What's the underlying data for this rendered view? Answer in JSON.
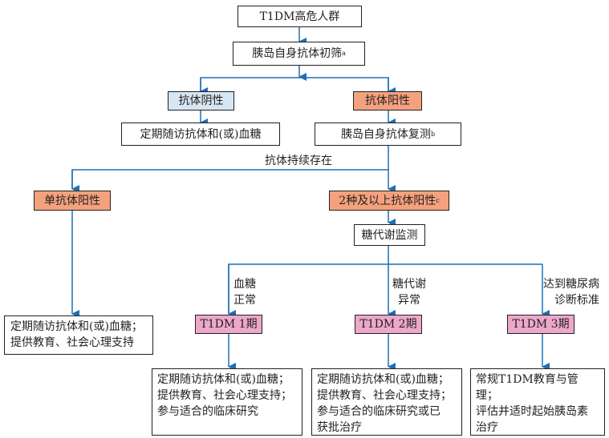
{
  "nodes": {
    "high_risk": {
      "label": "T1DM高危人群"
    },
    "initial_screen": {
      "label": "胰岛自身抗体初筛",
      "note": "a"
    },
    "antibody_negative": {
      "label": "抗体阴性"
    },
    "antibody_positive": {
      "label": "抗体阳性"
    },
    "neg_followup": {
      "label": "定期随访抗体和(或)血糖"
    },
    "retest": {
      "label": "胰岛自身抗体复测",
      "note": "b"
    },
    "single_positive": {
      "label": "单抗体阳性"
    },
    "multi_positive": {
      "label": "2种及以上抗体阳性",
      "note": "c"
    },
    "glucose_monitor": {
      "label": "糖代谢监测"
    },
    "single_followup": {
      "lines": [
        "定期随访抗体和(或)血糖；",
        "提供教育、社会心理支持"
      ]
    },
    "stage1": {
      "label": "T1DM 1期"
    },
    "stage2": {
      "label": "T1DM 2期"
    },
    "stage3": {
      "label": "T1DM 3期"
    },
    "stage1_action": {
      "lines": [
        "定期随访抗体和(或)血糖；",
        "提供教育、社会心理支持；",
        "参与适合的临床研究"
      ]
    },
    "stage2_action": {
      "lines": [
        "定期随访抗体和(或)血糖；",
        "提供教育、社会心理支持；",
        "参与适合的临床研究或已",
        "获批治疗"
      ]
    },
    "stage3_action": {
      "lines": [
        "常规T1DM教育与管理；",
        "评估并适时起始胰岛素",
        "治疗"
      ]
    }
  },
  "edge_labels": {
    "persistent": "抗体持续存在",
    "normal_glucose": [
      "血糖",
      "正常"
    ],
    "abnormal_metabolism": [
      "糖代谢",
      "异常"
    ],
    "diabetes_criteria": [
      "达到糖尿病",
      "诊断标准"
    ]
  },
  "colors": {
    "connector": "#1f6fb5",
    "negative_fill": "#d6e6f2",
    "positive_fill": "#f4a27e",
    "stage_fill": "#eca8cb"
  }
}
